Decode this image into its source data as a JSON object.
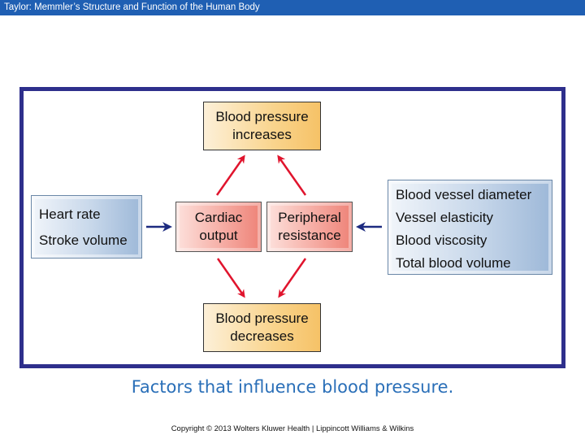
{
  "header": {
    "title": "Taylor: Memmler’s Structure and Function of the Human Body"
  },
  "diagram": {
    "bp_increases": [
      "Blood pressure",
      "increases"
    ],
    "bp_decreases": [
      "Blood pressure",
      "decreases"
    ],
    "cardiac_output": [
      "Cardiac",
      "output"
    ],
    "peripheral_resistance": [
      "Peripheral",
      "resistance"
    ],
    "left_factors": [
      "Heart rate",
      "Stroke volume"
    ],
    "right_factors": [
      "Blood vessel diameter",
      "Vessel elasticity",
      "Blood viscosity",
      "Total blood volume"
    ],
    "colors": {
      "frame": "#2e2f8c",
      "red_arrow": "#e0142d",
      "blue_arrow": "#1d2b80",
      "caption": "#2a6fb8",
      "header_bar": "#1f5fb3"
    }
  },
  "caption": "Factors that influence blood pressure.",
  "footer": {
    "copyright": "Copyright © 2013 Wolters Kluwer Health | Lippincott Williams & Wilkins"
  }
}
